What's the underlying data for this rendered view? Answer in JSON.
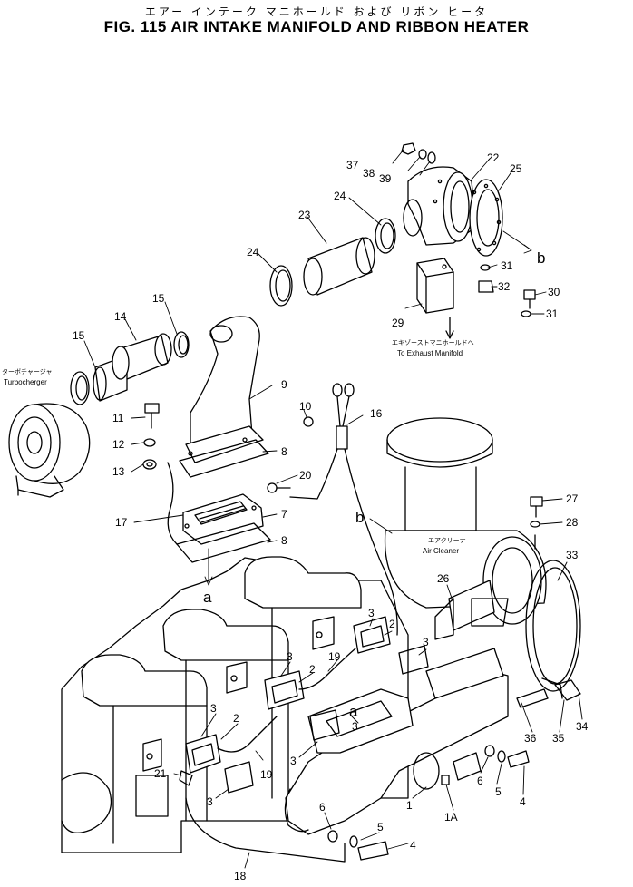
{
  "header": {
    "title_jp": "エアー インテーク マニホールド および リボン ヒータ",
    "title_en": "FIG. 115  AIR INTAKE MANIFOLD AND RIBBON HEATER"
  },
  "notes": {
    "turbo_jp": "ターボチャージャ",
    "turbo_en": "Turbocherger",
    "exhaust_jp": "エキゾーストマニホールドへ",
    "exhaust_en": "To Exhaust Manifold",
    "cleaner_jp": "エアクリーナ",
    "cleaner_en": "Air Cleaner"
  },
  "refs": {
    "a1": "a",
    "a2": "a",
    "b1": "b",
    "b2": "b"
  },
  "callouts": [
    {
      "id": "c37",
      "text": "37"
    },
    {
      "id": "c38",
      "text": "38"
    },
    {
      "id": "c39",
      "text": "39"
    },
    {
      "id": "c22",
      "text": "22"
    },
    {
      "id": "c25",
      "text": "25"
    },
    {
      "id": "c24a",
      "text": "24"
    },
    {
      "id": "c23",
      "text": "23"
    },
    {
      "id": "c24b",
      "text": "24"
    },
    {
      "id": "c31a",
      "text": "31"
    },
    {
      "id": "c32",
      "text": "32"
    },
    {
      "id": "c30",
      "text": "30"
    },
    {
      "id": "c31b",
      "text": "31"
    },
    {
      "id": "c29",
      "text": "29"
    },
    {
      "id": "c15a",
      "text": "15"
    },
    {
      "id": "c14",
      "text": "14"
    },
    {
      "id": "c15b",
      "text": "15"
    },
    {
      "id": "c9",
      "text": "9"
    },
    {
      "id": "c10",
      "text": "10"
    },
    {
      "id": "c16",
      "text": "16"
    },
    {
      "id": "c11",
      "text": "11"
    },
    {
      "id": "c12",
      "text": "12"
    },
    {
      "id": "c13",
      "text": "13"
    },
    {
      "id": "c8a",
      "text": "8"
    },
    {
      "id": "c20",
      "text": "20"
    },
    {
      "id": "c17",
      "text": "17"
    },
    {
      "id": "c7",
      "text": "7"
    },
    {
      "id": "c8b",
      "text": "8"
    },
    {
      "id": "c27",
      "text": "27"
    },
    {
      "id": "c28",
      "text": "28"
    },
    {
      "id": "c33",
      "text": "33"
    },
    {
      "id": "c26",
      "text": "26"
    },
    {
      "id": "c3a",
      "text": "3"
    },
    {
      "id": "c2a",
      "text": "2"
    },
    {
      "id": "c3b",
      "text": "3"
    },
    {
      "id": "c19a",
      "text": "19"
    },
    {
      "id": "c3c",
      "text": "3"
    },
    {
      "id": "c2b",
      "text": "2"
    },
    {
      "id": "c3d",
      "text": "3"
    },
    {
      "id": "c3e",
      "text": "3"
    },
    {
      "id": "c2c",
      "text": "2"
    },
    {
      "id": "c21",
      "text": "21"
    },
    {
      "id": "c19b",
      "text": "19"
    },
    {
      "id": "c3f",
      "text": "3"
    },
    {
      "id": "c3g",
      "text": "3"
    },
    {
      "id": "c36",
      "text": "36"
    },
    {
      "id": "c35",
      "text": "35"
    },
    {
      "id": "c34",
      "text": "34"
    },
    {
      "id": "c6a",
      "text": "6"
    },
    {
      "id": "c5a",
      "text": "5"
    },
    {
      "id": "c4a",
      "text": "4"
    },
    {
      "id": "c1",
      "text": "1"
    },
    {
      "id": "c1A",
      "text": "1A"
    },
    {
      "id": "c6b",
      "text": "6"
    },
    {
      "id": "c5b",
      "text": "5"
    },
    {
      "id": "c4b",
      "text": "4"
    },
    {
      "id": "c18",
      "text": "18"
    }
  ]
}
